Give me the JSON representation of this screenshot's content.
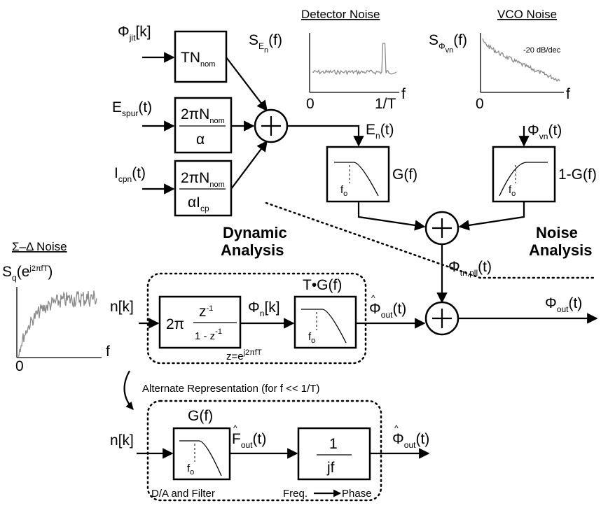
{
  "spectra": {
    "detector": {
      "title": "Detector Noise",
      "ylabel": "S",
      "ysub": "E",
      "ysubsub": "n",
      "yarg": "(f)",
      "x0": "0",
      "x1": "1/T",
      "xaxis": "f"
    },
    "vco": {
      "title": "VCO Noise",
      "ylabel": "S",
      "ysub": "Φ",
      "ysubsub": "vn",
      "yarg": "(f)",
      "slope": "-20 dB/dec",
      "x0": "0",
      "xaxis": "f"
    },
    "sigma_delta": {
      "title": "Σ–Δ Noise",
      "ylabel": "S",
      "ysub": "q",
      "arg_open": "(e",
      "arg_exp": "j2πfT",
      "arg_close": ")",
      "x0": "0",
      "xaxis": "f"
    }
  },
  "inputs": {
    "phi_jit": {
      "main": "Φ",
      "sub": "jit",
      "arg": "[k]"
    },
    "e_spur": {
      "main": "E",
      "sub": "spur",
      "arg": "(t)"
    },
    "i_cpn": {
      "main": "I",
      "sub": "cpn",
      "arg": "(t)"
    }
  },
  "gains": {
    "tn": {
      "main": "TN",
      "sub": "nom"
    },
    "spur": {
      "num": "2πN",
      "num_sub": "nom",
      "den": "α"
    },
    "cpn": {
      "num": "2πN",
      "num_sub": "nom",
      "den": "αI",
      "den_sub": "cp"
    }
  },
  "signals": {
    "en": {
      "main": "E",
      "sub": "n",
      "arg": "(t)"
    },
    "phi_vn": {
      "main": "Φ",
      "sub": "vn",
      "arg": "(t)"
    },
    "phi_tn": {
      "main": "Φ",
      "sub": "tn,pll",
      "arg": "(t)"
    },
    "phi_out_hat": {
      "main": "Φ",
      "sub": "out",
      "arg": "(t)",
      "hat": "^"
    },
    "phi_out": {
      "main": "Φ",
      "sub": "out",
      "arg": "(t)"
    },
    "phi_n": {
      "main": "Φ",
      "sub": "n",
      "arg": "[k]"
    },
    "n_k": "n[k]",
    "f_out_hat": {
      "main": "F",
      "sub": "out",
      "arg": "(t)",
      "hat": "^"
    }
  },
  "filters": {
    "g": "G(f)",
    "one_minus_g": "1-G(f)",
    "tg": "T•G(f)",
    "f0": "f",
    "f0_sub": "o"
  },
  "labels": {
    "dynamic": [
      "Dynamic",
      "Analysis"
    ],
    "noise": [
      "Noise",
      "Analysis"
    ],
    "alternate": "Alternate Representation (for f << 1/T)",
    "da_filter": "D/A and Filter",
    "freq_phase": "Freq.",
    "phase": "Phase",
    "z_eq": "z=e",
    "z_exp": "j2πfT",
    "two_pi": "2π",
    "z_num": "z",
    "z_num_exp": "-1",
    "z_den": "1 - z",
    "z_den_exp": "-1",
    "int_num": "1",
    "int_den": "jf",
    "alt_g": "G(f)",
    "n_k2": "n[k]"
  }
}
